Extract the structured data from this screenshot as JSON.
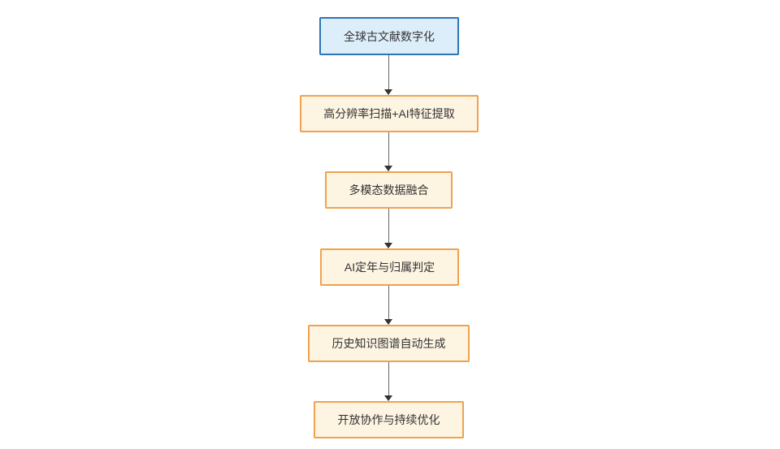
{
  "diagram": {
    "type": "flowchart",
    "direction": "top-down",
    "background_color": "#ffffff",
    "text_color": "#333333",
    "arrow_line_color": "#666666",
    "arrow_head_color": "#333333",
    "start_node_style": {
      "border_color": "#2e75b6",
      "fill_color": "#ddeefb"
    },
    "process_node_style": {
      "border_color": "#f0a24f",
      "fill_color": "#fdf4e2"
    },
    "nodes": [
      {
        "label": "全球古文献数字化",
        "kind": "start"
      },
      {
        "label": "高分辨率扫描+AI特征提取",
        "kind": "process"
      },
      {
        "label": "多模态数据融合",
        "kind": "process"
      },
      {
        "label": "AI定年与归属判定",
        "kind": "process"
      },
      {
        "label": "历史知识图谱自动生成",
        "kind": "process"
      },
      {
        "label": "开放协作与持续优化",
        "kind": "process"
      }
    ],
    "edges": [
      {
        "from": 0,
        "to": 1
      },
      {
        "from": 1,
        "to": 2
      },
      {
        "from": 2,
        "to": 3
      },
      {
        "from": 3,
        "to": 4
      },
      {
        "from": 4,
        "to": 5
      }
    ]
  }
}
